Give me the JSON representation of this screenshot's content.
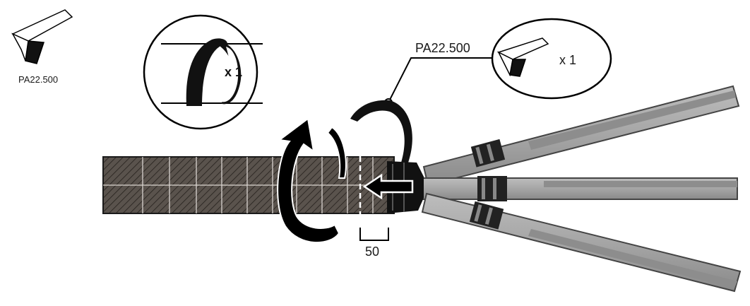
{
  "corner_label": "PA22.500",
  "tape_callout": {
    "qty": "x 1"
  },
  "part_callout": {
    "label": "PA22.500",
    "qty": "x 1"
  },
  "dimension": {
    "value": "50"
  },
  "colors": {
    "outline": "#000000",
    "sleeve_fill": "#5a534d",
    "sleeve_hatch": "#3a3430",
    "sleeve_grid": "#d9d4cf",
    "cable_fill": "#a9a9a9",
    "cable_shade": "#8c8c8c",
    "cable_edge": "#555555",
    "tape": "#111111"
  },
  "icons": [
    "tape-roll-icon",
    "rotation-arrow-icon",
    "push-arrow-icon",
    "tape-strip-icon"
  ]
}
